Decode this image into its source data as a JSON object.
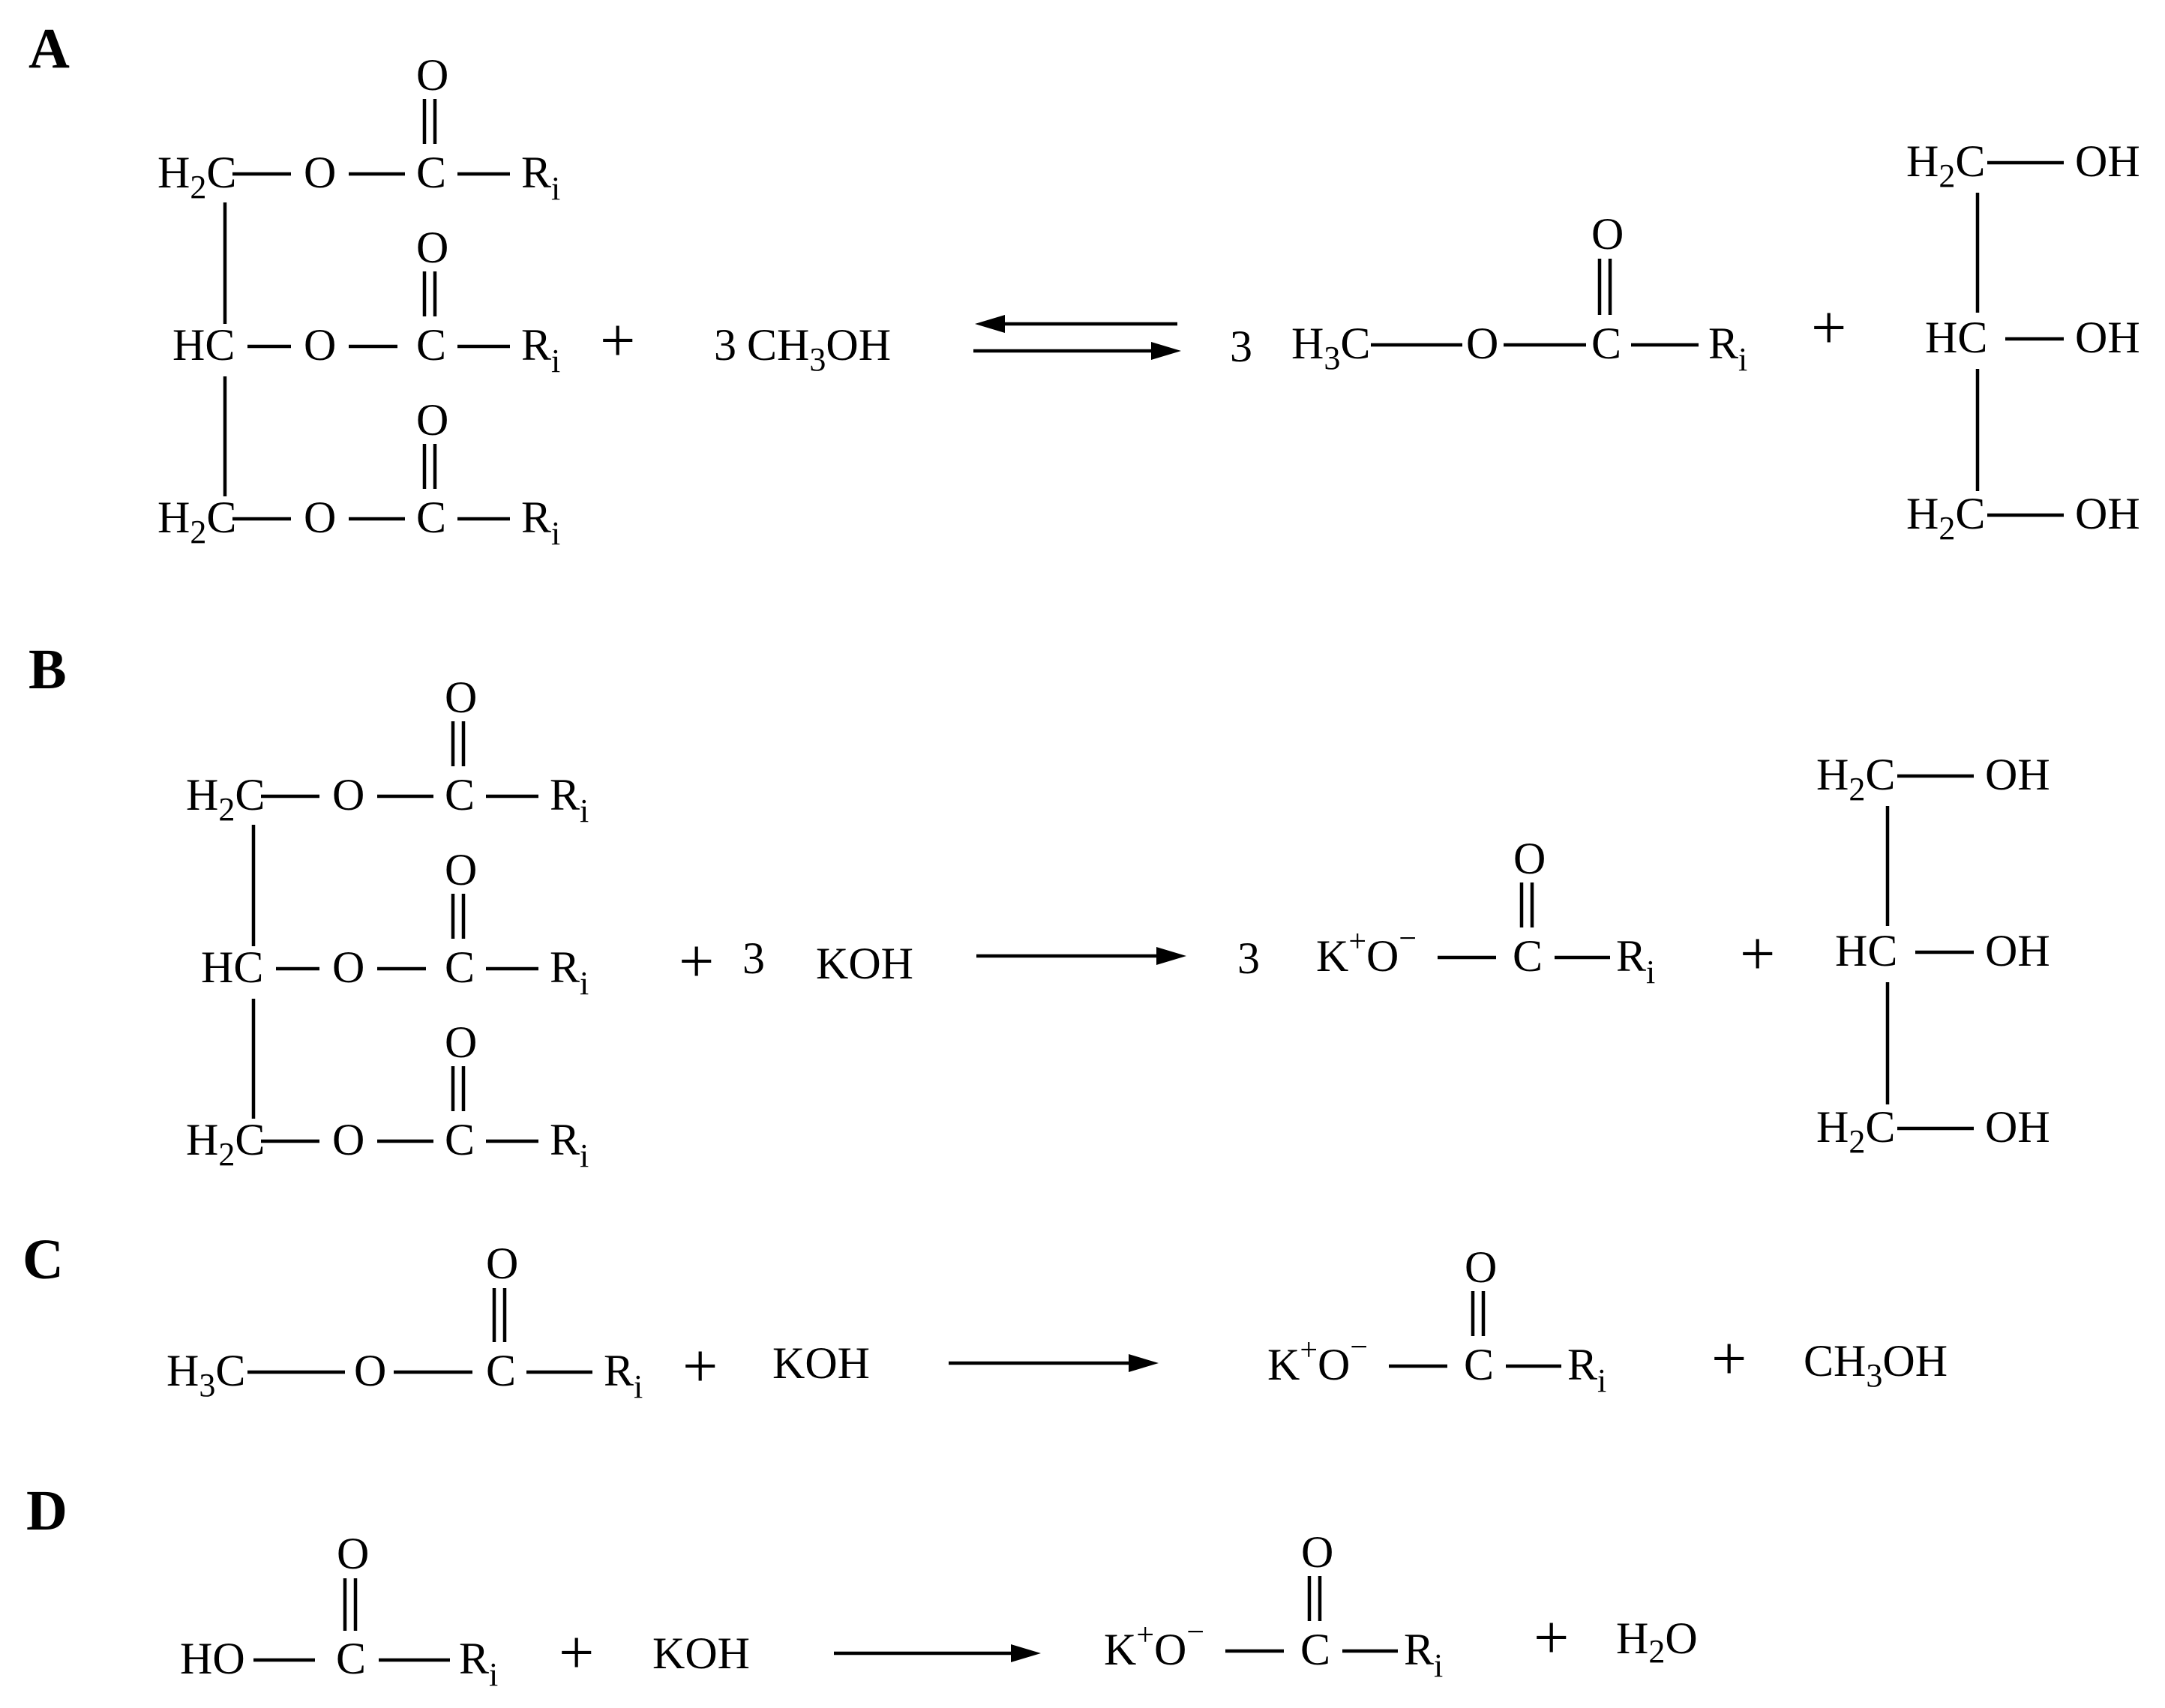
{
  "panels": [
    {
      "label": "A"
    },
    {
      "label": "B"
    },
    {
      "label": "C"
    },
    {
      "label": "D"
    }
  ],
  "atoms": {
    "O": "O",
    "C": "C",
    "HC": "HC",
    "H": "H",
    "R": "R",
    "i": "i",
    "2": "2",
    "3": "3",
    "K": "K",
    "plus_sign": "+",
    "minus_sign": "−",
    "OH": "OH",
    "HO": "HO",
    "KOH": "KOH",
    "CH": "CH",
    "H2O_H": "H",
    "H2O_O": "O"
  },
  "coefficients": {
    "three": "3"
  },
  "operators": {
    "plus": "+"
  }
}
